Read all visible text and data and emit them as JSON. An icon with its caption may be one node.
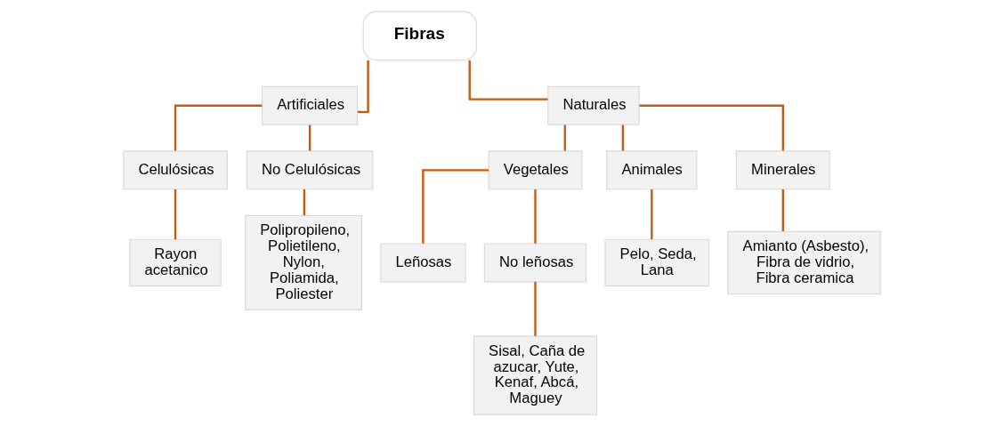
{
  "diagram": {
    "nodes": [
      {
        "text": [
          "Fibras"
        ]
      },
      {
        "text": [
          "Artificiales"
        ]
      },
      {
        "text": [
          "Naturales"
        ]
      },
      {
        "text": [
          "Celulósicas"
        ]
      },
      {
        "text": [
          "No Celulósicas"
        ]
      },
      {
        "text": [
          "Rayon acetanico"
        ]
      },
      {
        "text": [
          "Polipropileno, Polietileno, Nylon, Poliamida, Poliester"
        ]
      },
      {
        "text": [
          "Vegetales"
        ]
      },
      {
        "text": [
          "Animales"
        ]
      },
      {
        "text": [
          "Minerales"
        ]
      },
      {
        "text": [
          "Leñosas"
        ]
      },
      {
        "text": [
          "No leñosas"
        ]
      },
      {
        "text": [
          "Sisal, Caña de azucar, Yute, Kenaf, Abcá, Maguey"
        ]
      },
      {
        "text": [
          "Pelo, Seda, Lana"
        ]
      },
      {
        "text": [
          "Amianto (Asbesto), Fibra de vidrio, Fibra ceramica"
        ]
      }
    ],
    "edges": [
      {
        "from": 0,
        "to": 1,
        "arrow": "none"
      },
      {
        "from": 0,
        "to": 2,
        "arrow": "none"
      },
      {
        "from": 1,
        "to": 3,
        "arrow": "none"
      },
      {
        "from": 1,
        "to": 4,
        "arrow": "none"
      },
      {
        "from": 3,
        "to": 5,
        "arrow": "none"
      },
      {
        "from": 4,
        "to": 6,
        "arrow": "none"
      },
      {
        "from": 2,
        "to": 7,
        "arrow": "none"
      },
      {
        "from": 2,
        "to": 8,
        "arrow": "none"
      },
      {
        "from": 2,
        "to": 9,
        "arrow": "none"
      },
      {
        "from": 7,
        "to": 10,
        "arrow": "none"
      },
      {
        "from": 7,
        "to": 11,
        "arrow": "none"
      },
      {
        "from": 11,
        "to": 12,
        "arrow": "none"
      },
      {
        "from": 8,
        "to": 13,
        "arrow": "none"
      },
      {
        "from": 9,
        "to": 14,
        "arrow": "none"
      }
    ]
  }
}
